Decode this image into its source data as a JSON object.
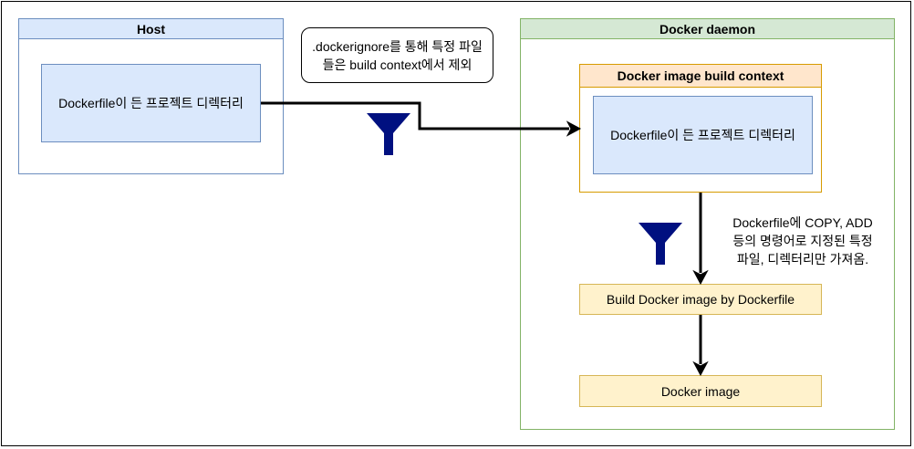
{
  "host": {
    "title": "Host",
    "project_dir": "Dockerfile이 든 프로젝트 디렉터리"
  },
  "note": {
    "lines": [
      ".dockerignore를 통해 특정 파일",
      "들은 build context에서 제외"
    ]
  },
  "daemon": {
    "title": "Docker daemon",
    "build_context": {
      "title": "Docker image build context",
      "project_dir": "Dockerfile이 든 프로젝트 디렉터리"
    },
    "filter_note": {
      "lines": [
        "Dockerfile에 COPY, ADD",
        "등의 명령어로 지정된 특정",
        "파일, 디렉터리만 가져옴."
      ]
    },
    "build_step": "Build Docker image by Dockerfile",
    "image": "Docker image"
  },
  "colors": {
    "filter_icon": "#001080",
    "arrow": "#000000",
    "host_fill": "#dae8fc",
    "host_stroke": "#6c8ebf",
    "daemon_fill": "#d5e8d4",
    "daemon_stroke": "#82b366",
    "context_fill": "#ffe6cc",
    "context_stroke": "#d79b00",
    "step_fill": "#fff2cc",
    "step_stroke": "#d6b656"
  },
  "icons": [
    "funnel-icon",
    "funnel-icon"
  ]
}
